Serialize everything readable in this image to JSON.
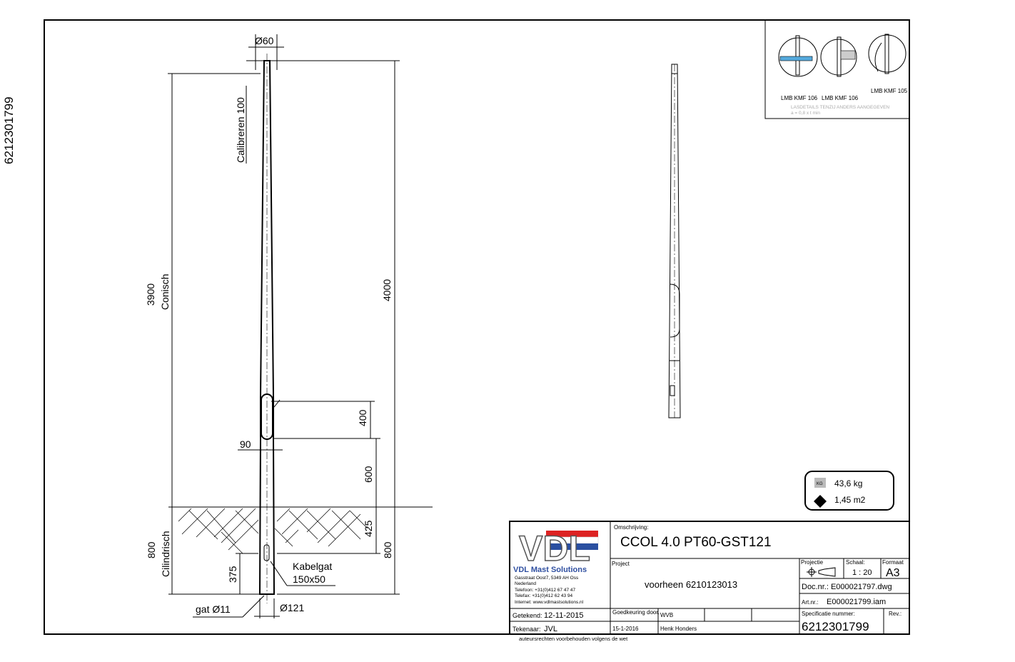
{
  "side_label": "6212301799",
  "drawing": {
    "top_diameter": "Ø60",
    "calibration": "Calibreren 100",
    "conical_length": "3900",
    "conical_label": "Conisch",
    "total_above_ground": "4000",
    "door_height": "400",
    "door_offset": "600",
    "door_width": "90",
    "cable_depth": "425",
    "buried_length": "800",
    "cylindrical_length": "800",
    "cylindrical_label": "Cilindrisch",
    "cable_hole_height": "375",
    "cable_hole_label": "Kabelgat",
    "cable_hole_size": "150x50",
    "drain_hole": "gat Ø11",
    "base_diameter": "Ø121"
  },
  "weld_details": {
    "labels": [
      "LMB KMF 106",
      "LMB KMF 106",
      "LMB KMF 105"
    ],
    "note": "LASDETAILS TENZIJ ANDERS AANGEGEVEN",
    "formula": "a = 0,8 x t min"
  },
  "properties": {
    "weight": "43,6 kg",
    "weight_icon_label": "KG",
    "area": "1,45 m2"
  },
  "title_block": {
    "company": "VDL Mast Solutions",
    "logo_text": "VDL",
    "address": "Gasstraat Oost7, 5349 AH Oss",
    "country": "Nederland",
    "phone": "Telefoon: +31(0)412 67 47 47",
    "fax": "Telefax:   +31(0)412 62 43 94",
    "internet": "Internet: www.vdlmastsolutions.nl",
    "description_label": "Omschrijving:",
    "description": "CCOL 4.0 PT60-GST121",
    "project_label": "Project",
    "project": "voorheen 6210123013",
    "projection_label": "Projectie",
    "scale_label": "Schaal:",
    "scale": "1 : 20",
    "format_label": "Formaat",
    "format": "A3",
    "doc_nr": "Doc.nr.: E000021797.dwg",
    "art_nr_label": "Art.nr.:",
    "art_nr": "E000021799.iam",
    "drawn_label": "Getekend:",
    "drawn_date": "12-11-2015",
    "drafter_label": "Tekenaar:",
    "drafter": "JVL",
    "approval_label": "Goedkeuring door.",
    "approval_date": "15-1-2016",
    "approval_code": "WVB",
    "approver": "Henk Honders",
    "spec_label": "Specificatie nummer:",
    "spec_number": "6212301799",
    "rev_label": "Rev.:",
    "copyright": "auteursrechten voorbehouden volgens de wet"
  }
}
